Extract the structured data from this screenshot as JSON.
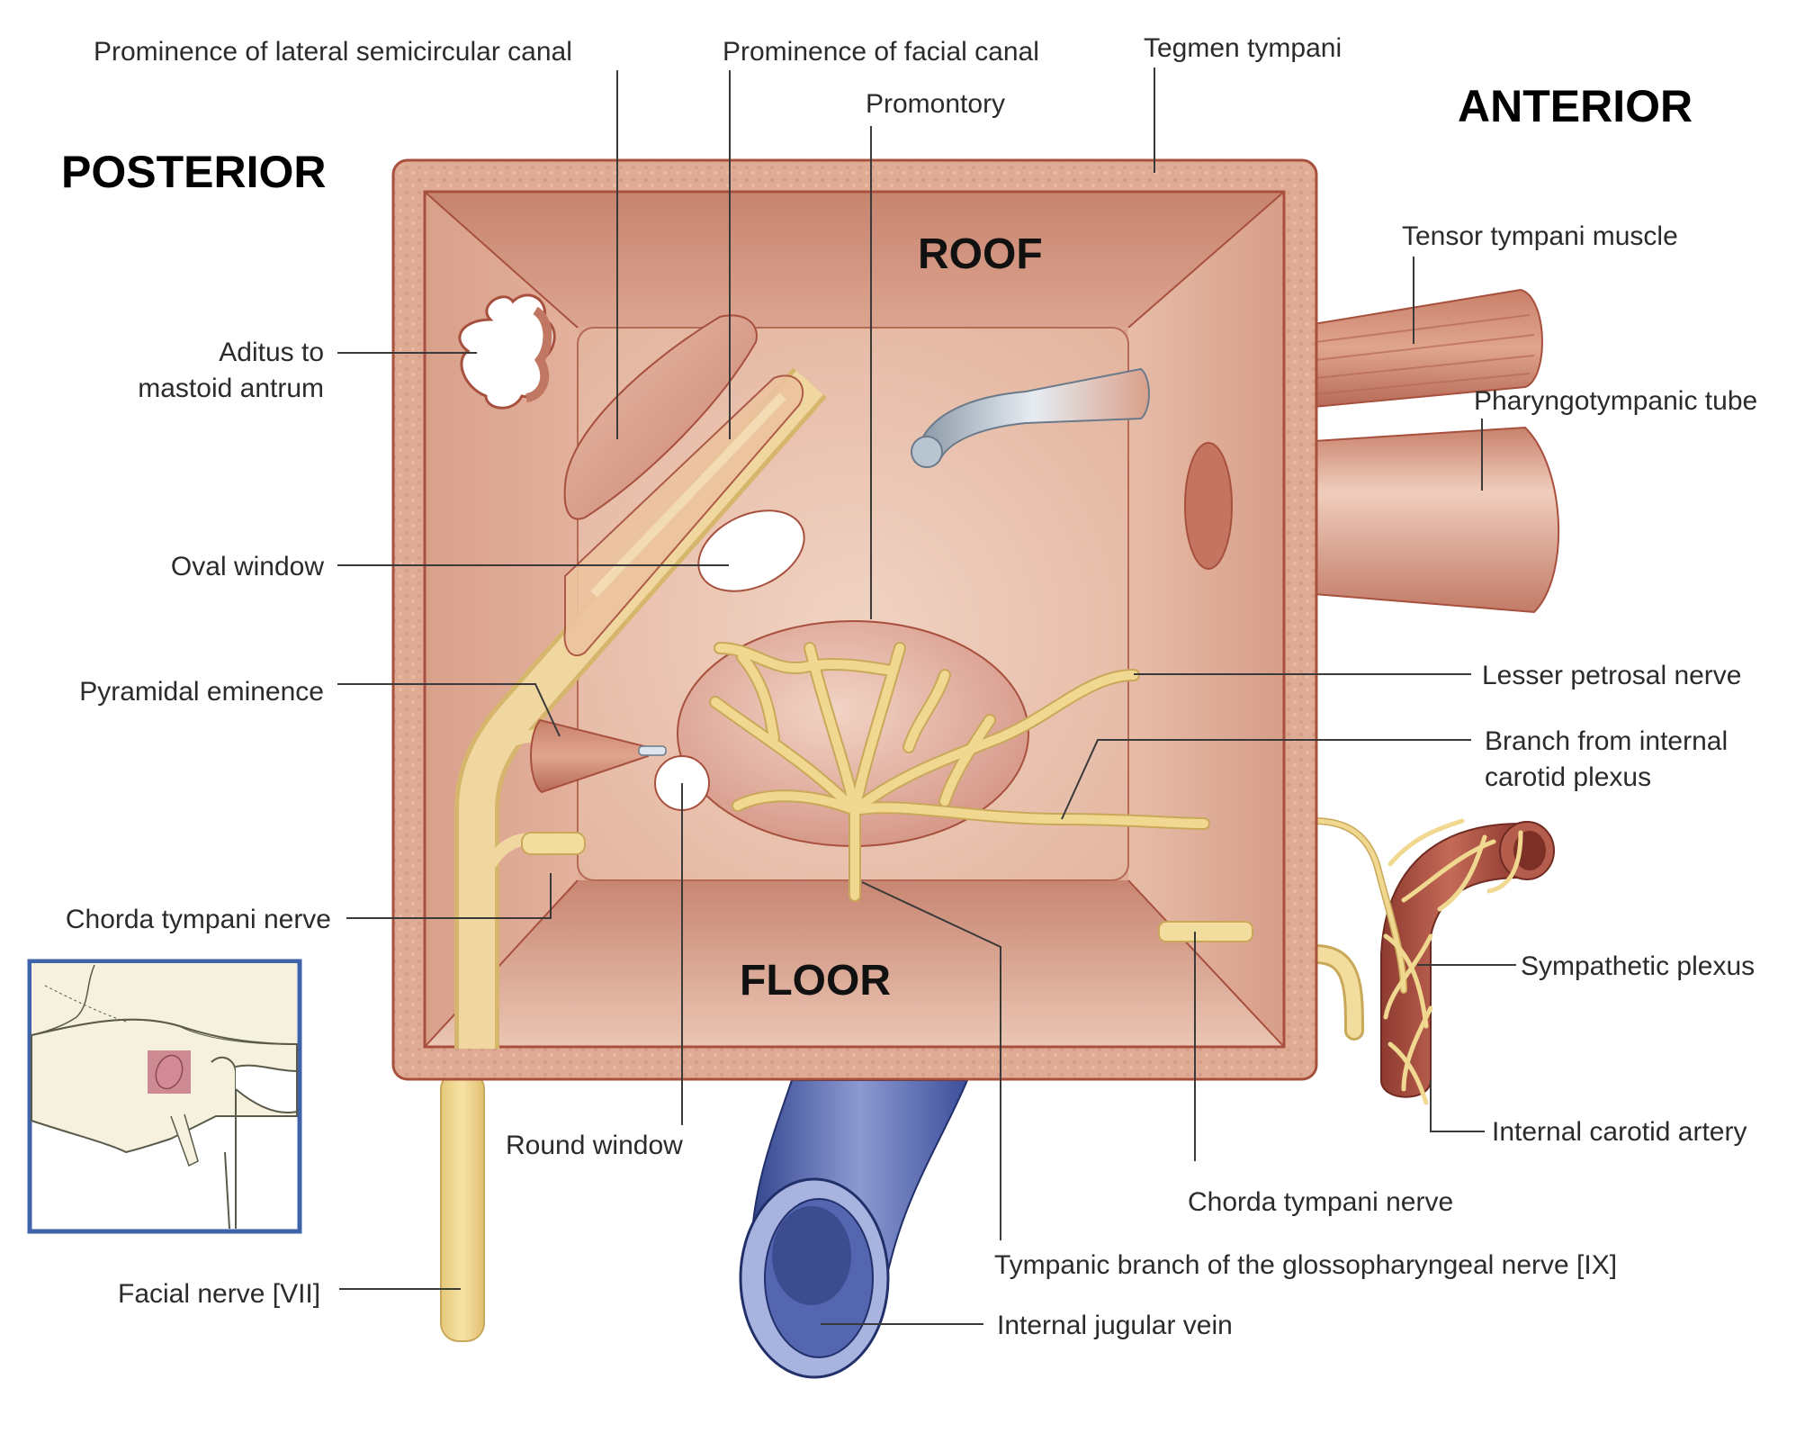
{
  "orientation": {
    "posterior": "POSTERIOR",
    "anterior": "ANTERIOR"
  },
  "walls": {
    "roof": "ROOF",
    "floor": "FLOOR"
  },
  "labels": {
    "lateral_semicircular": "Prominence of lateral semicircular canal",
    "facial_canal": "Prominence of facial canal",
    "promontory": "Promontory",
    "tegmen_tympani": "Tegmen tympani",
    "tensor_tympani": "Tensor tympani muscle",
    "pharyngotympanic_tube": "Pharyngotympanic tube",
    "aditus_line1": "Aditus to",
    "aditus_line2": "mastoid antrum",
    "oval_window": "Oval window",
    "pyramidal_eminence": "Pyramidal eminence",
    "chorda_tympani_left": "Chorda tympani nerve",
    "lesser_petrosal": "Lesser petrosal nerve",
    "carotid_branch_line1": "Branch from internal",
    "carotid_branch_line2": "carotid plexus",
    "sympathetic_plexus": "Sympathetic plexus",
    "internal_carotid": "Internal carotid artery",
    "chorda_tympani_right": "Chorda tympani nerve",
    "tympanic_branch": "Tympanic branch of the glossopharyngeal nerve [IX]",
    "internal_jugular": "Internal jugular vein",
    "round_window": "Round window",
    "facial_nerve": "Facial nerve [VII]"
  },
  "colors": {
    "tissue": "#d9a08c",
    "wall_dark": "#c98873",
    "wall_light": "#e8bfaa",
    "outline": "#a8503e",
    "nerve": "#f0d890",
    "vein": "#4b5fa8",
    "artery": "#a8493c",
    "inset_border": "#3e63a8",
    "inset_bg": "#f5f1de"
  }
}
